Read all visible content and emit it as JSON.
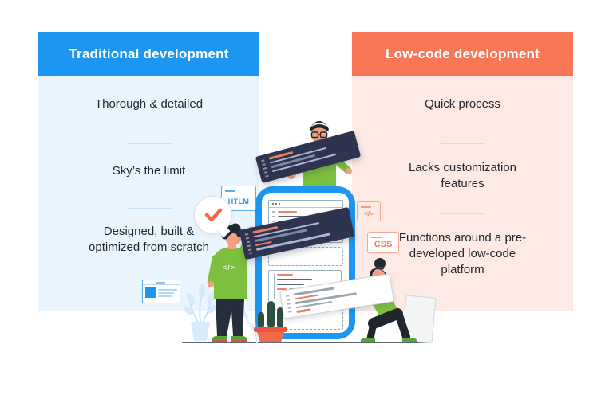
{
  "left_panel": {
    "title": "Traditional development",
    "items": [
      "Thorough & detailed",
      "Sky’s the limit",
      "Designed, built & optimized from scratch"
    ]
  },
  "right_panel": {
    "title": "Low-code development",
    "items": [
      "Quick process",
      "Lacks customization features",
      "Functions around a pre-developed low-code platform"
    ]
  },
  "badges": {
    "htlm_label": "HTLM",
    "code_window_label": "</>",
    "css_label": "CSS"
  },
  "illustration": {
    "left_man_chest_label": "</>"
  },
  "colors": {
    "blue_header": "#1d96f2",
    "light_blue_body": "#e9f4fd",
    "coral_header": "#f87757",
    "light_coral_body": "#fdeae5",
    "navy_plank": "#2e3450",
    "green_clothes": "#7dbf3e",
    "check_orange": "#f2694c",
    "pot_red": "#e8573f"
  }
}
